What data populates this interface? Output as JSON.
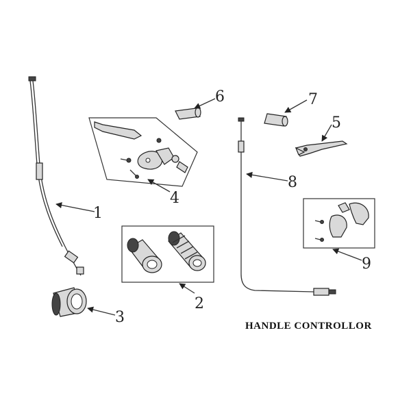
{
  "title": "HANDLE CONTROLLOR",
  "callouts": [
    "1",
    "2",
    "3",
    "4",
    "5",
    "6",
    "7",
    "8",
    "9"
  ],
  "colors": {
    "ink": "#222222",
    "part_fill": "#d9d9d9",
    "background": "#ffffff"
  }
}
